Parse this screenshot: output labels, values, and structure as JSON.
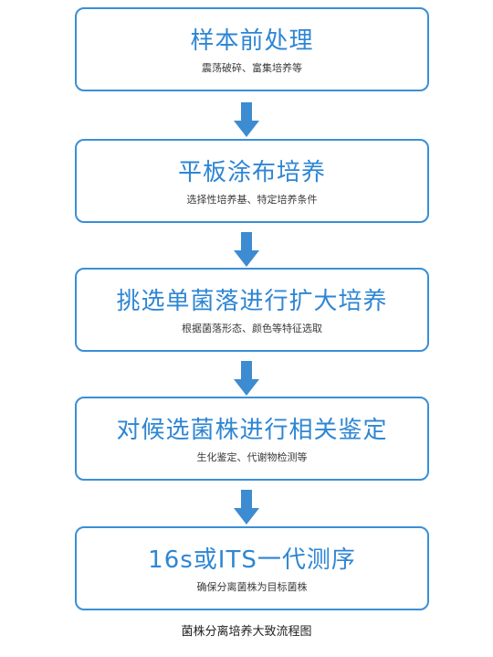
{
  "steps": [
    {
      "title": "样本前处理",
      "subtitle": "震荡破碎、富集培养等"
    },
    {
      "title": "平板涂布培养",
      "subtitle": "选择性培养基、特定培养条件"
    },
    {
      "title": "挑选单菌落进行扩大培养",
      "subtitle": "根据菌落形态、颜色等特征选取"
    },
    {
      "title": "对候选菌株进行相关鉴定",
      "subtitle": "生化鉴定、代谢物检测等"
    },
    {
      "title": "16s或ITS一代测序",
      "subtitle": "确保分离菌株为目标菌株"
    }
  ],
  "caption": "菌株分离培养大致流程图",
  "colors": {
    "border": "#3a8fd6",
    "title": "#2e86d3",
    "arrow": "#3d8bd0"
  },
  "icons": {
    "arrow": "arrow-down-icon"
  }
}
